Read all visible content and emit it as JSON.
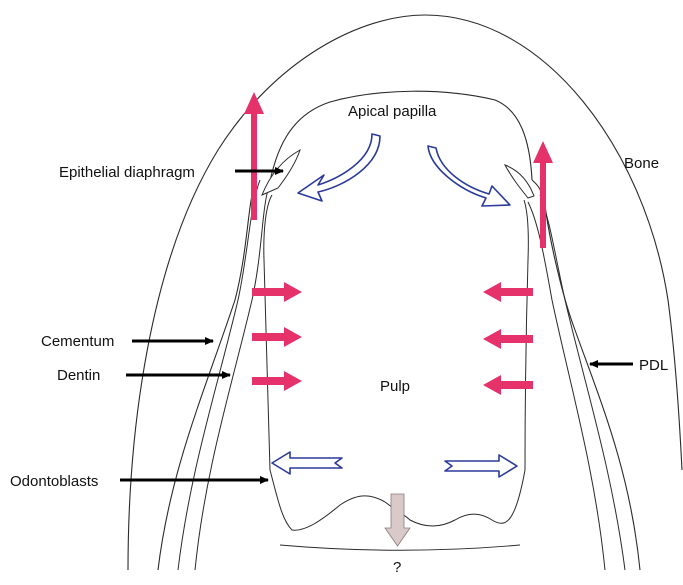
{
  "colors": {
    "outline": "#2a2a2a",
    "label_arrow": "#000000",
    "growth_arrow": "#e5326b",
    "blue_arrow": "#2a3b9a",
    "question_arrow": "#d9c9c9"
  },
  "labels": {
    "apical_papilla": "Apical papilla",
    "bone": "Bone",
    "epithelial_diaphragm": "Epithelial diaphragm",
    "cementum": "Cementum",
    "pdl": "PDL",
    "dentin": "Dentin",
    "pulp": "Pulp",
    "odontoblasts": "Odontoblasts",
    "question": "?"
  }
}
